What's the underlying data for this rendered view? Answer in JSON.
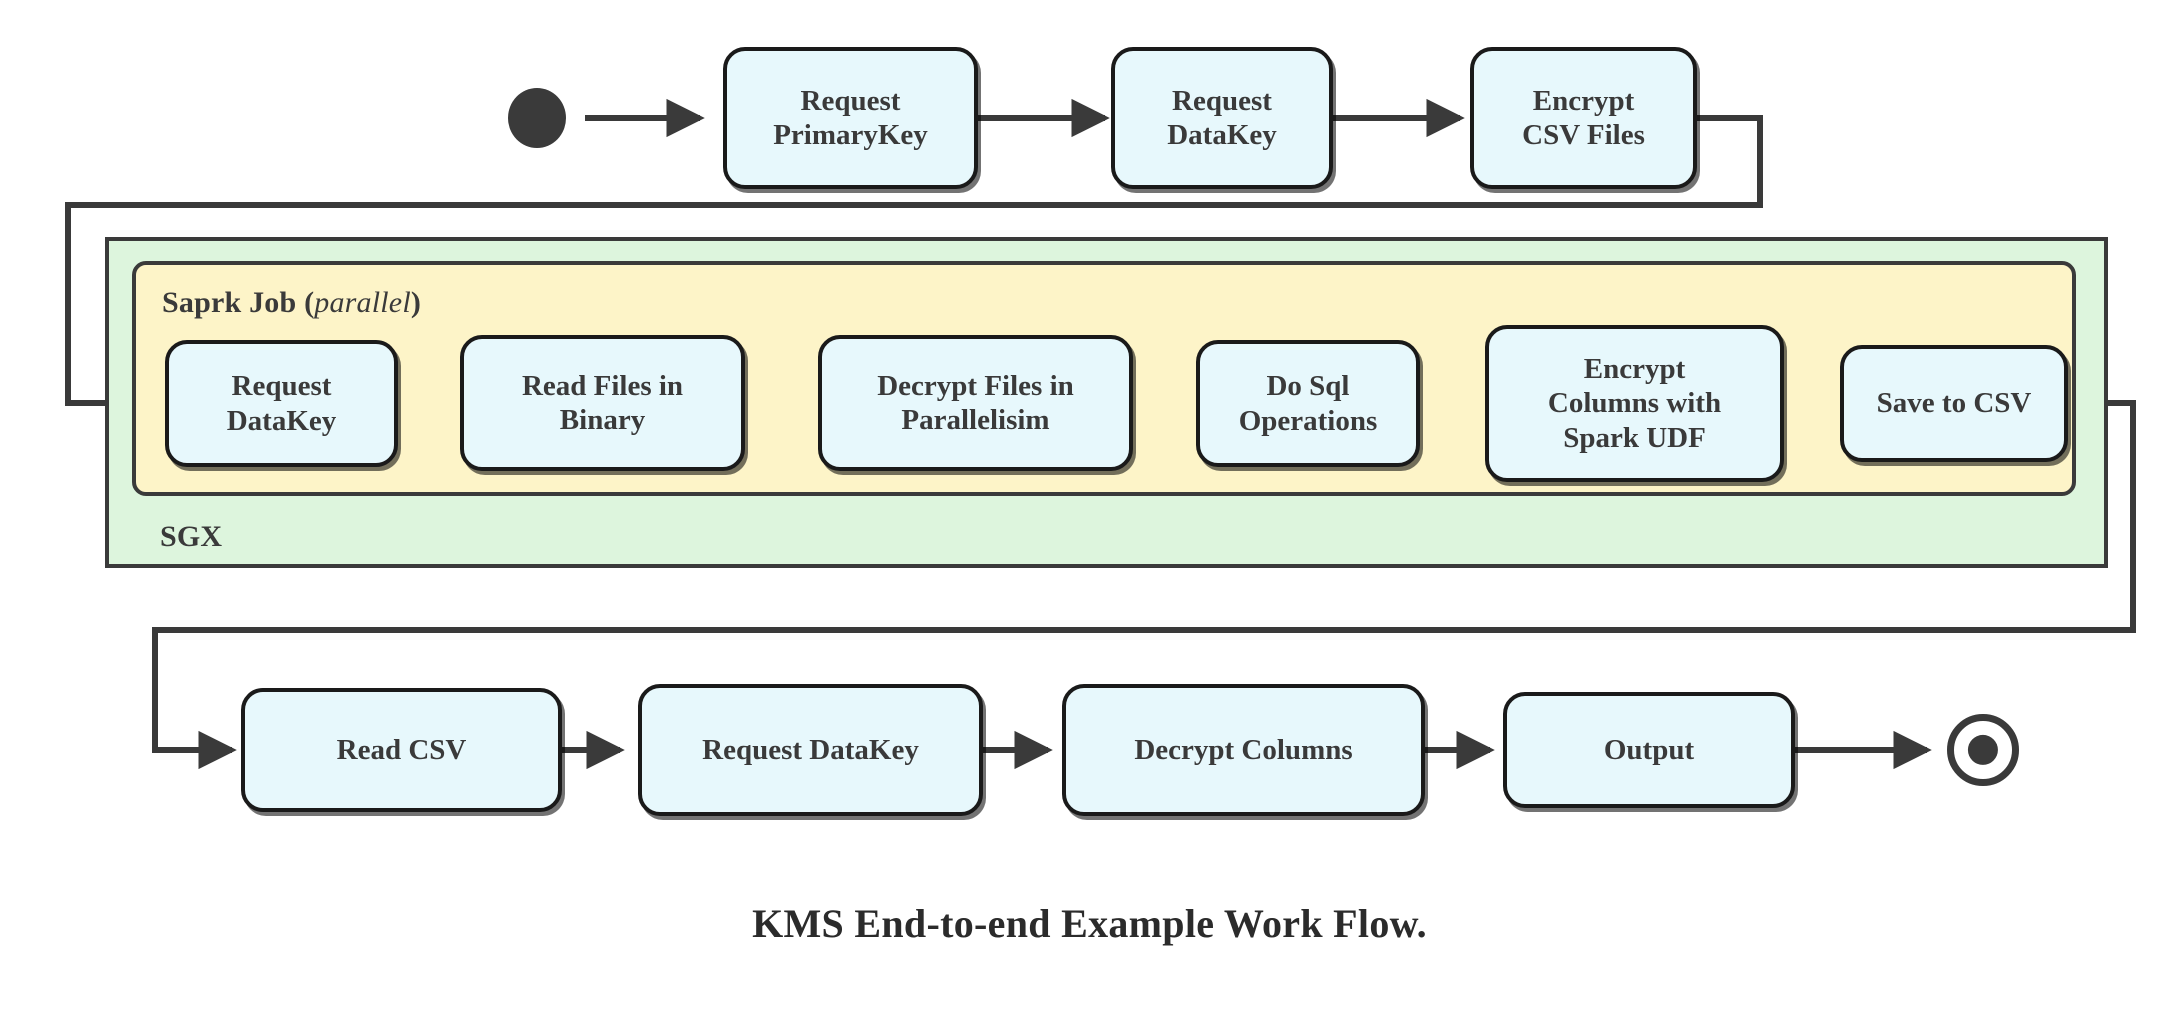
{
  "caption": "KMS End-to-end Example Work Flow.",
  "colors": {
    "node_fill": "#e7f8fc",
    "node_stroke": "#1a1a1a",
    "sgx_fill": "#ddf5dd",
    "spark_fill": "#fdf4c8",
    "container_stroke": "#3a3a3a",
    "edge_stroke": "#3a3a3a",
    "text": "#3a3a3a",
    "background": "#ffffff"
  },
  "containers": {
    "sgx": {
      "label": "SGX"
    },
    "spark": {
      "label_bold": "Saprk Job",
      "label_paren_open": "(",
      "label_italic": "parallel",
      "label_paren_close": ")"
    }
  },
  "terminals": {
    "start": {
      "name": "start-node",
      "shape": "filled-circle"
    },
    "end": {
      "name": "end-node",
      "shape": "double-circle"
    }
  },
  "chart_data": {
    "type": "diagram",
    "title": "KMS End-to-end Example Work Flow.",
    "nodes": [
      {
        "id": "start",
        "label": "",
        "row": "top",
        "type": "start"
      },
      {
        "id": "req_pk",
        "label": "Request\nPrimaryKey",
        "row": "top",
        "type": "process"
      },
      {
        "id": "req_dk_top",
        "label": "Request\nDataKey",
        "row": "top",
        "type": "process"
      },
      {
        "id": "enc_csv",
        "label": "Encrypt\nCSV Files",
        "row": "top",
        "type": "process"
      },
      {
        "id": "req_dk_mid",
        "label": "Request\nDataKey",
        "row": "spark",
        "type": "process"
      },
      {
        "id": "read_bin",
        "label": "Read Files in\nBinary",
        "row": "spark",
        "type": "process"
      },
      {
        "id": "decrypt_par",
        "label": "Decrypt Files in\nParallelisim",
        "row": "spark",
        "type": "process"
      },
      {
        "id": "do_sql",
        "label": "Do Sql\nOperations",
        "row": "spark",
        "type": "process"
      },
      {
        "id": "enc_cols",
        "label": "Encrypt\nColumns with\nSpark UDF",
        "row": "spark",
        "type": "process"
      },
      {
        "id": "save_csv",
        "label": "Save to CSV",
        "row": "spark",
        "type": "process"
      },
      {
        "id": "read_csv",
        "label": "Read CSV",
        "row": "bottom",
        "type": "process"
      },
      {
        "id": "req_dk_bot",
        "label": "Request DataKey",
        "row": "bottom",
        "type": "process"
      },
      {
        "id": "dec_cols",
        "label": "Decrypt Columns",
        "row": "bottom",
        "type": "process"
      },
      {
        "id": "output",
        "label": "Output",
        "row": "bottom",
        "type": "process"
      },
      {
        "id": "end",
        "label": "",
        "row": "bottom",
        "type": "end"
      }
    ],
    "edges": [
      {
        "from": "start",
        "to": "req_pk"
      },
      {
        "from": "req_pk",
        "to": "req_dk_top"
      },
      {
        "from": "req_dk_top",
        "to": "enc_csv"
      },
      {
        "from": "enc_csv",
        "to": "req_dk_mid",
        "routing": "right-down-left-down-right"
      },
      {
        "from": "req_dk_mid",
        "to": "read_bin"
      },
      {
        "from": "read_bin",
        "to": "decrypt_par"
      },
      {
        "from": "decrypt_par",
        "to": "do_sql"
      },
      {
        "from": "do_sql",
        "to": "enc_cols"
      },
      {
        "from": "enc_cols",
        "to": "save_csv"
      },
      {
        "from": "save_csv",
        "to": "read_csv",
        "routing": "right-down-left-down-right"
      },
      {
        "from": "read_csv",
        "to": "req_dk_bot"
      },
      {
        "from": "req_dk_bot",
        "to": "dec_cols"
      },
      {
        "from": "dec_cols",
        "to": "output"
      },
      {
        "from": "output",
        "to": "end"
      }
    ],
    "groups": [
      {
        "id": "sgx",
        "label": "SGX",
        "contains": [
          "spark"
        ]
      },
      {
        "id": "spark",
        "label": "Saprk Job (parallel)",
        "contains": [
          "req_dk_mid",
          "read_bin",
          "decrypt_par",
          "do_sql",
          "enc_cols",
          "save_csv"
        ]
      }
    ]
  }
}
